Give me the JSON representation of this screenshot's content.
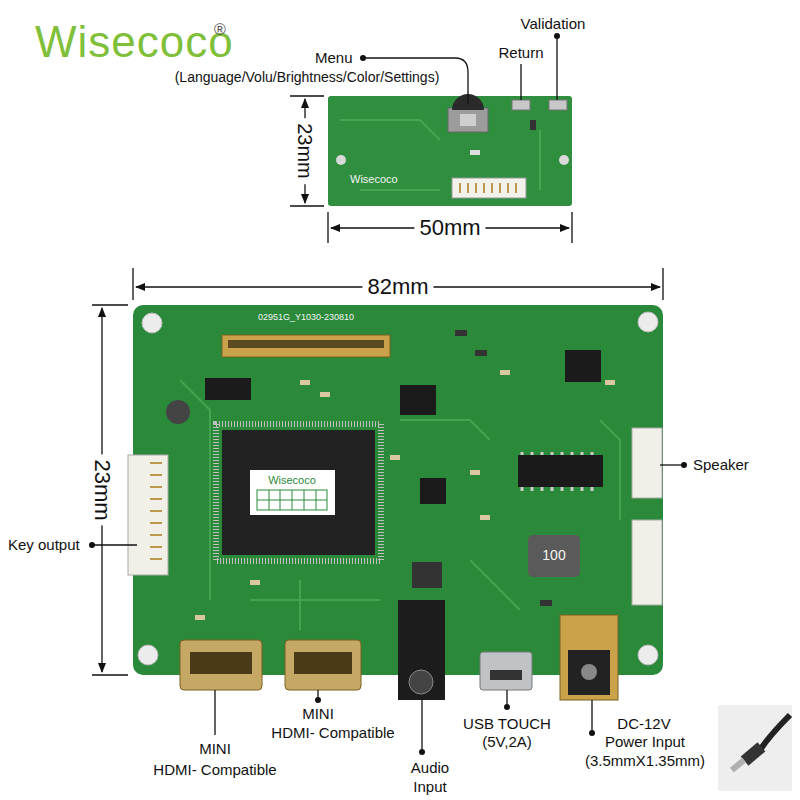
{
  "diagram": {
    "labels": [
      "Wisecoco",
      "®",
      "Menu",
      "(Language/Volu/Brightness/Color/Settings)",
      "Return",
      "Validation",
      "23mm",
      "Wisecoco",
      "50mm",
      "82mm",
      "23mm",
      "02951G_Y1030-230810",
      "Wisecoco",
      "100",
      "Speaker",
      "Key output",
      "MINI",
      "HDMI- Compatible",
      "MINI",
      "HDMI- Compatible",
      "Audio",
      "Input",
      "USB TOUCH",
      "(5V,2A)",
      "DC-12V",
      "Power Input",
      "(3.5mmX1.35mm)"
    ]
  }
}
